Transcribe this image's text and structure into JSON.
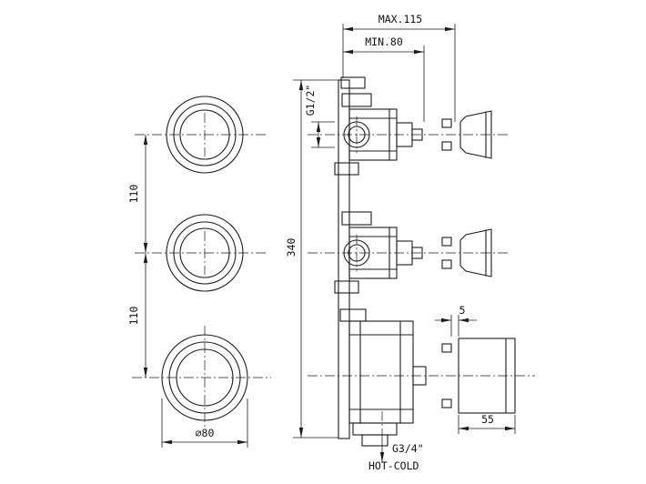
{
  "drawing": {
    "background": "#ffffff",
    "line_color": "#1c1c1c",
    "front_view": {
      "spacing_upper": "110",
      "spacing_lower": "110",
      "plate_diameter": "⌀80"
    },
    "side_view": {
      "max_depth": "MAX.115",
      "min_depth": "MIN.80",
      "inlet_thread": "G1/2\"",
      "overall_height": "340",
      "plate_gap": "5",
      "handle_depth": "55",
      "outlet_thread": "G3/4\"",
      "supply": "HOT-COLD"
    }
  }
}
